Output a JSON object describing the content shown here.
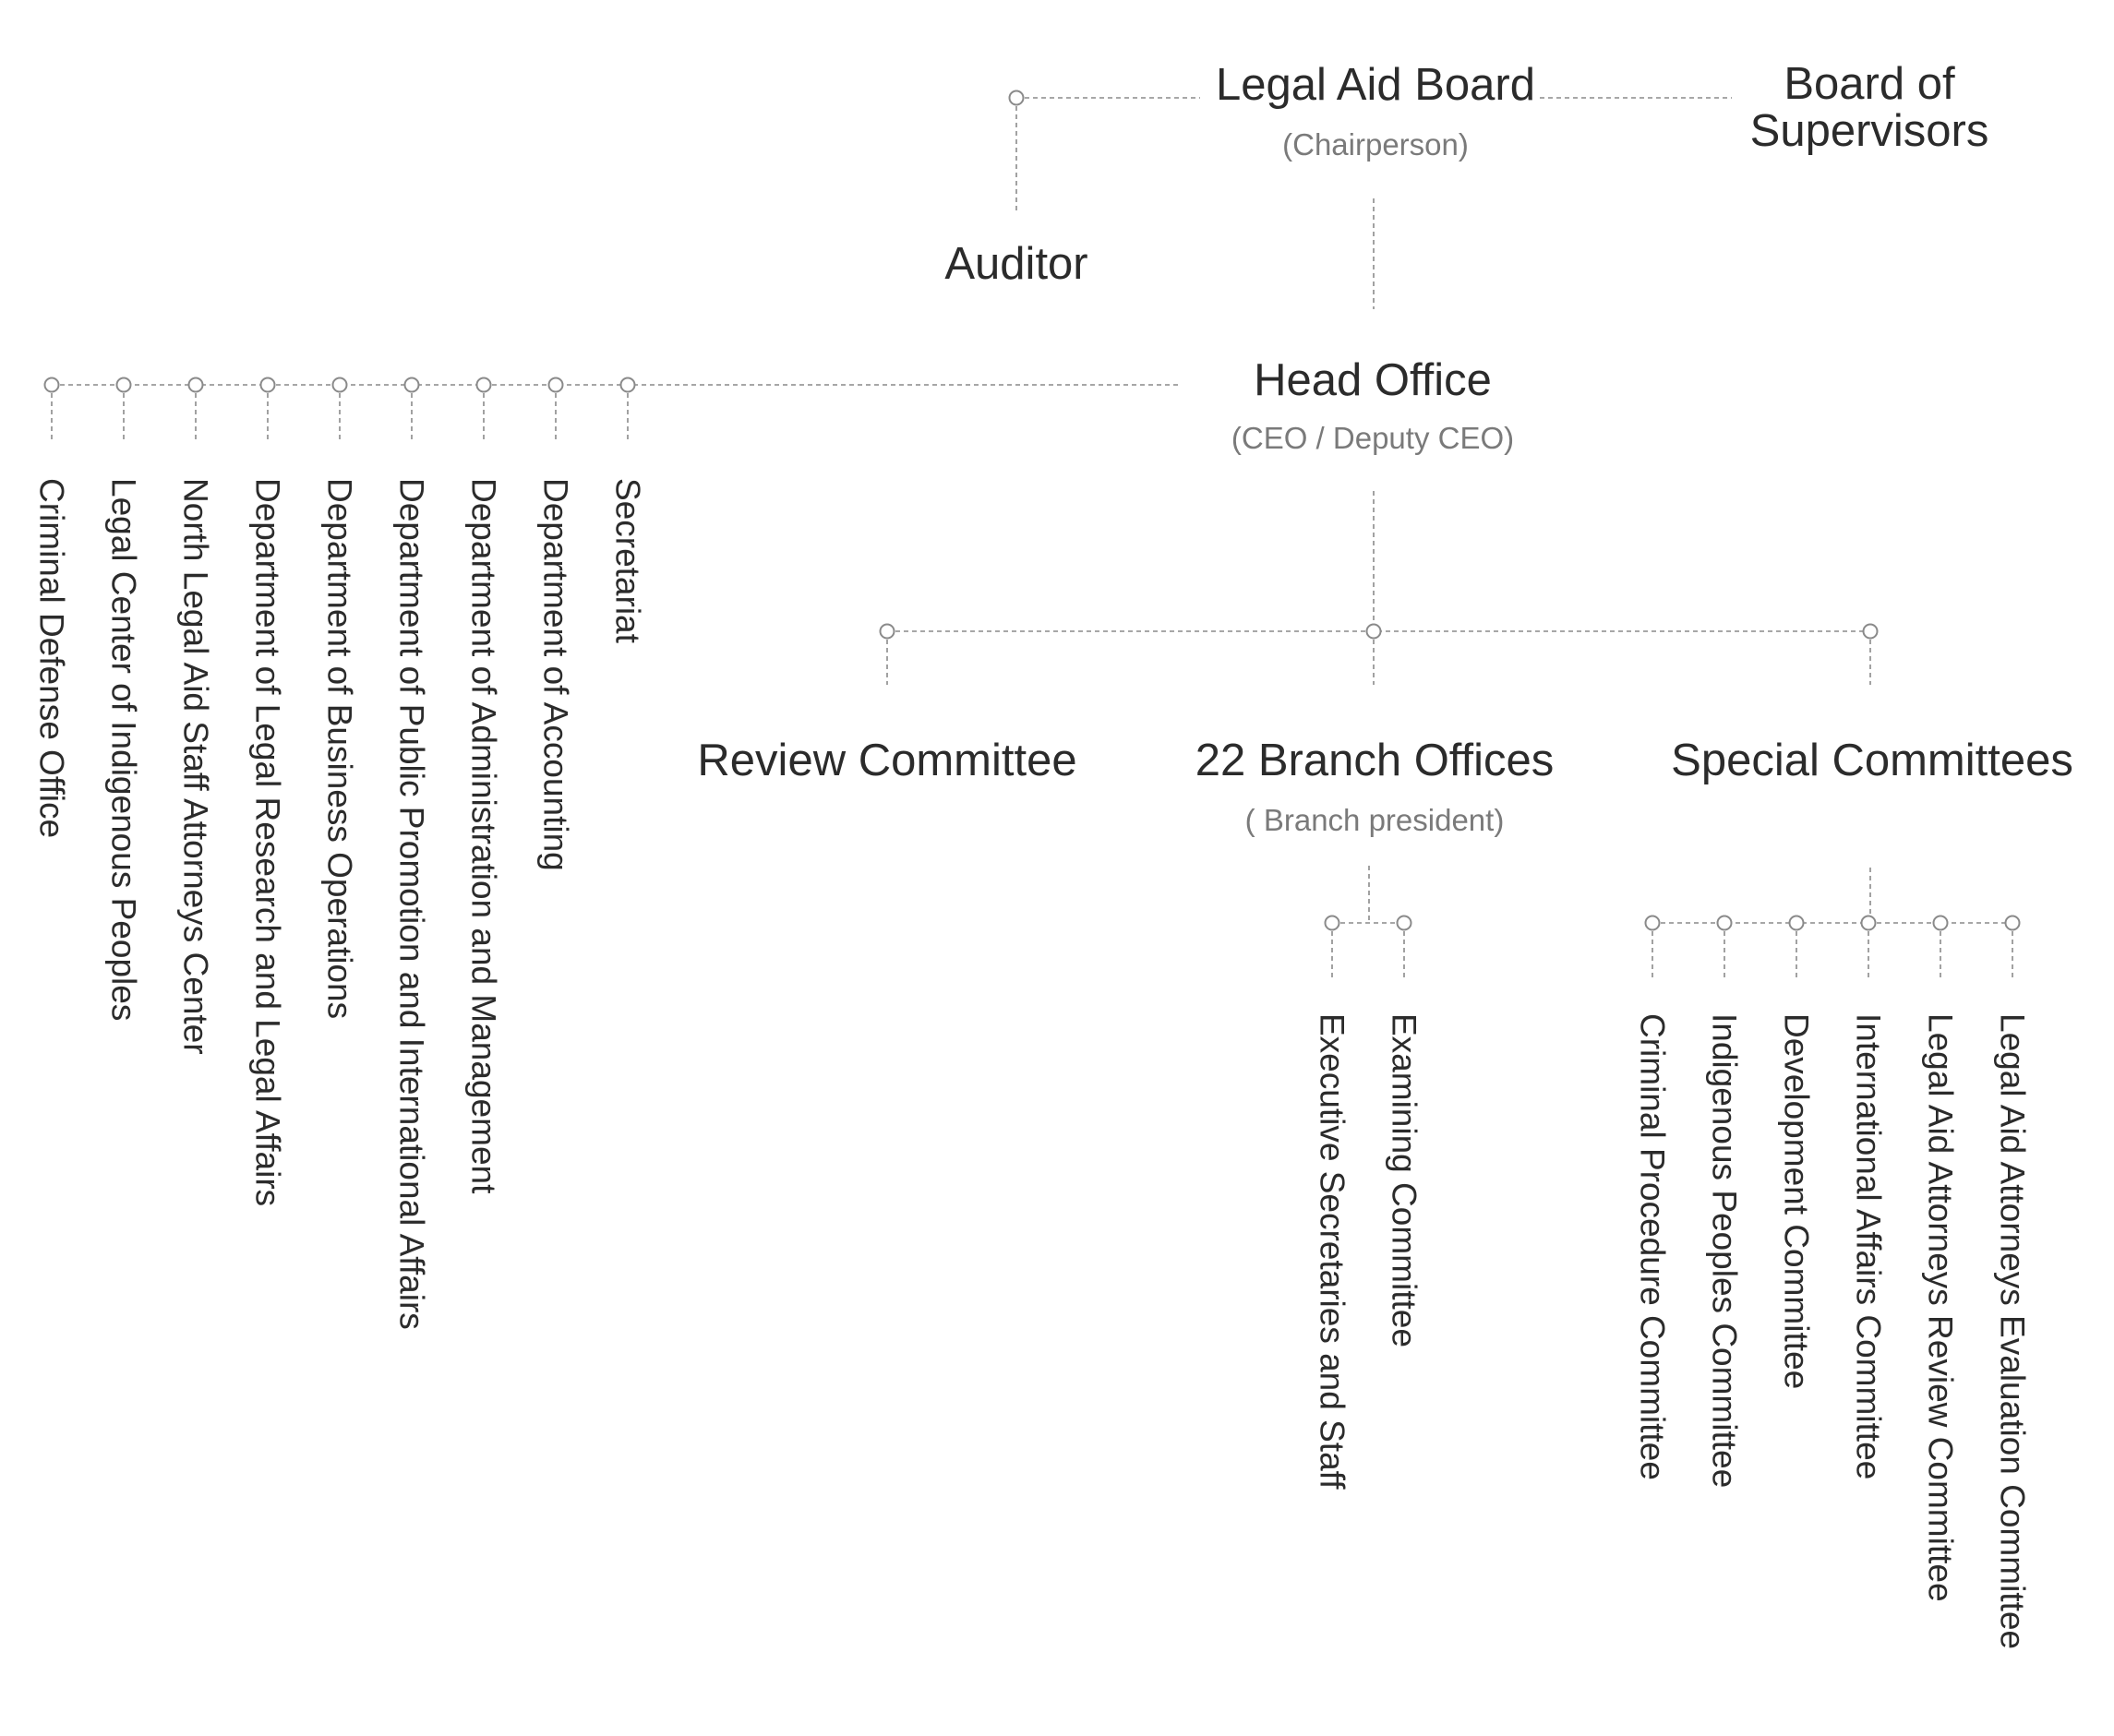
{
  "board": {
    "title": "Legal Aid Board",
    "subtitle": "(Chairperson)"
  },
  "supervisors": {
    "title": "Board of\nSupervisors"
  },
  "auditor": {
    "title": "Auditor"
  },
  "head_office": {
    "title": "Head Office",
    "subtitle": "(CEO / Deputy CEO)"
  },
  "review_committee": {
    "title": "Review Committee"
  },
  "branch_offices": {
    "title": "22 Branch Offices",
    "subtitle": "( Branch president)",
    "children": [
      "Executive Secretaries and Staff",
      "Examining Committee"
    ]
  },
  "special_committees": {
    "title": "Special Committees",
    "children": [
      "Criminal Procedure Committee",
      "Indigenous Peoples Committee",
      "Development Committee",
      "International Affairs Committee",
      "Legal Aid Attorneys Review Committee",
      "Legal Aid Attorneys Evaluation Committee"
    ]
  },
  "departments": [
    "Criminal Defense Office",
    "Legal Center of Indigenous Peoples",
    "North Legal Aid Staff Attorneys Center",
    "Department of Legal Research and Legal Affairs",
    "Department of Business Operations",
    "Department of Public Promotion and International Affairs",
    "Department of Administration and Management",
    "Department of Accounting",
    "Secretariat"
  ],
  "colors": {
    "line": "#8a8a8a",
    "text": "#2b2b2b",
    "subtext": "#7a7a7a"
  }
}
